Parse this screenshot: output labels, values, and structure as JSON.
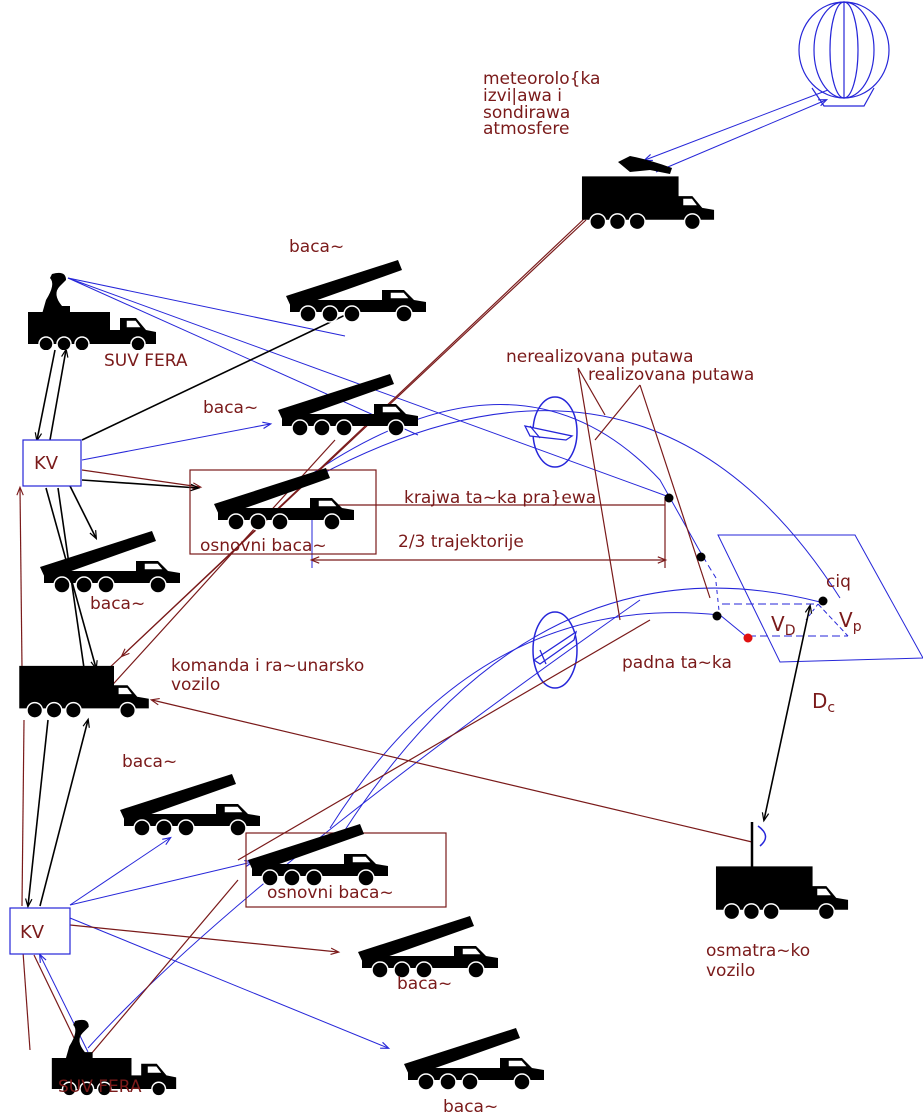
{
  "colors": {
    "label": "#7a1a1a",
    "blue_lines": "#2626d9",
    "black": "#000000",
    "impact_point": "#e01010"
  },
  "labels": {
    "meteo_1": "meteorolo{ka",
    "meteo_2": "izvi|awa i",
    "meteo_3": "sondirawa",
    "meteo_4": "atmosfere",
    "launcher_top": "baca~",
    "launcher_mid": "baca~",
    "launcher_left": "baca~",
    "launcher_lower": "baca~",
    "launcher_bottom_right": "baca~",
    "launcher_bottom": "baca~",
    "suv_fera_top": "SUV  FERA",
    "suv_fera_bottom": "SUV  FERA",
    "kv_top": "KV",
    "kv_bottom": "KV",
    "osnovni_top": "osnovni  baca~",
    "osnovni_bottom": "osnovni baca~",
    "nerealizovana": "nerealizovana putawa",
    "realizovana": "realizovana putawa",
    "krajwa": "krajwa ta~ka pra}ewa",
    "two_thirds": "2/3 trajektorije",
    "komanda_1": "komanda i ra~unarsko",
    "komanda_2": "vozilo",
    "ciq": "ciq",
    "vd": "V",
    "vd_sub": "D",
    "vp": "V",
    "vp_sub": "p",
    "padna": "padna ta~ka",
    "dc": "D",
    "dc_sub": "c",
    "osmatra_1": "osmatra~ko",
    "osmatra_2": "vozilo"
  },
  "icons": [
    "weather-balloon-icon",
    "meteo-truck-icon",
    "radar-truck-icon",
    "rocket-launcher-icon",
    "command-truck-icon",
    "observation-truck-icon",
    "rocket-icon"
  ]
}
